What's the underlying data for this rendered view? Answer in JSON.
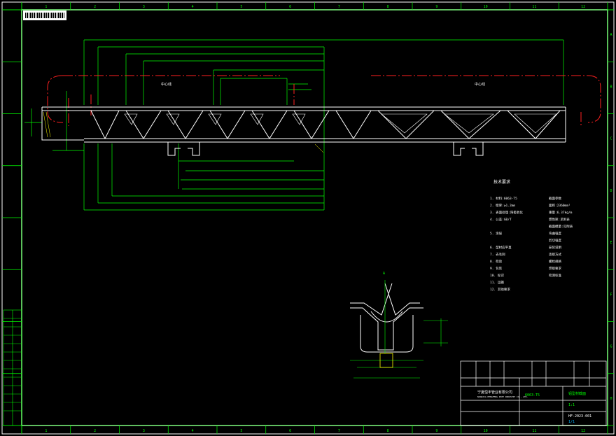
{
  "drawing": {
    "title": "",
    "company_cn": "宁夏恒丰管业有限公司",
    "company_en": "NINGXIA HENGFENG PIPE INDUSTRY CO., LTD.",
    "scale_label": "1:1",
    "detail_label": "A"
  },
  "colors": {
    "background": "#000000",
    "border": "#ffffff",
    "profile": "#ffffff",
    "dimension": "#00ff00",
    "centerline": "#ff2020",
    "hatching": "#ffff00",
    "marks": "#00b4ff"
  },
  "grid_columns": [
    "1",
    "2",
    "3",
    "4",
    "5",
    "6",
    "7",
    "8",
    "9",
    "10",
    "11",
    "12"
  ],
  "grid_rows": [
    "A",
    "B",
    "C",
    "D",
    "E",
    "F",
    "G",
    "H"
  ],
  "notes": {
    "heading": "技术要求",
    "lines_left": [
      "1. 材料:6063-T5",
      "2. 壁厚:≥1.2mm",
      "3. 表面处理:阳极氧化",
      "4. 公差:GB/T",
      "",
      "5. 涂层",
      "",
      "6. 型材应平直",
      "7. 去毛刺",
      "8. 检验",
      "9. 包装",
      "10. 标识",
      "11. 运输",
      "12. 其他要求"
    ],
    "lines_right": [
      "截面参数",
      "面积:2360mm²",
      "重量:6.37kg/m",
      "惯性矩:见附表",
      "截面模量:见附表",
      "弯曲强度",
      "剪切强度",
      "安装说明",
      "连接方式",
      "螺栓规格",
      "焊接要求",
      "检测标准"
    ]
  },
  "title_block": {
    "part_name": "铝型材截面",
    "drawing_no": "HF-2023-001",
    "material": "6063-T5",
    "sheet": "1/1"
  }
}
